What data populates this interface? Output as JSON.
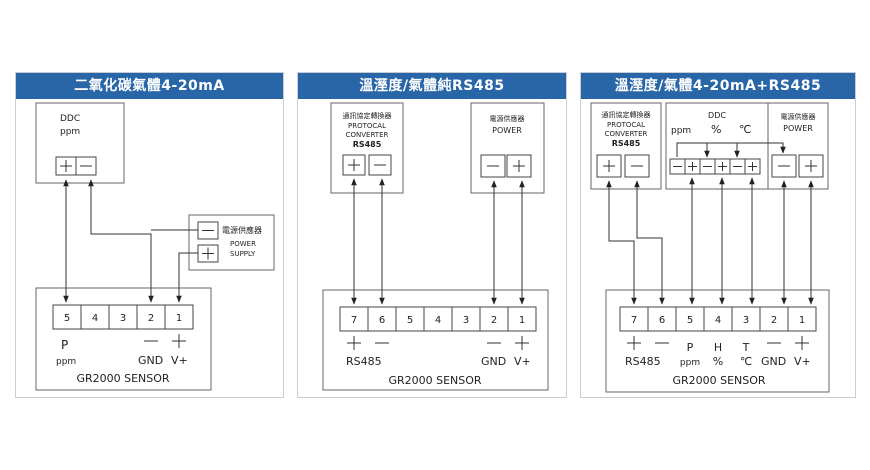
{
  "panels": [
    {
      "title": "二氧化碳氣體4-20mA",
      "ddc": {
        "title": "DDC",
        "unit": "ppm"
      },
      "power_supply": {
        "label_zh": "電源供應器",
        "label_en_1": "POWER",
        "label_en_2": "SUPPLY"
      },
      "sensor": {
        "terminals": [
          "5",
          "4",
          "3",
          "2",
          "1"
        ],
        "name": "GR2000  SENSOR",
        "label_p": "P",
        "label_ppm": "ppm",
        "label_gnd": "GND",
        "label_vplus": "V+"
      }
    },
    {
      "title": "溫溼度/氣體純RS485",
      "converter": {
        "label_zh": "通訊協定轉換器",
        "label_en_1": "PROTOCAL",
        "label_en_2": "CONVERTER",
        "label_en_3": "RS485"
      },
      "power": {
        "label_zh": "電源供應器",
        "label_en": "POWER"
      },
      "sensor": {
        "terminals": [
          "7",
          "6",
          "5",
          "4",
          "3",
          "2",
          "1"
        ],
        "name": "GR2000  SENSOR",
        "label_rs485": "RS485",
        "label_gnd": "GND",
        "label_vplus": "V+"
      }
    },
    {
      "title": "溫溼度/氣體4-20mA+RS485",
      "converter": {
        "label_zh": "通訊協定轉換器",
        "label_en_1": "PROTOCAL",
        "label_en_2": "CONVERTER",
        "label_en_3": "RS485"
      },
      "ddc": {
        "title": "DDC",
        "unit_ppm": "ppm",
        "unit_pct": "%",
        "unit_c": "℃"
      },
      "power": {
        "label_zh": "電源供應器",
        "label_en": "POWER"
      },
      "sensor": {
        "terminals": [
          "7",
          "6",
          "5",
          "4",
          "3",
          "2",
          "1"
        ],
        "name": "GR2000  SENSOR",
        "label_rs485": "RS485",
        "label_p": "P",
        "label_ppm": "ppm",
        "label_h": "H",
        "label_pct": "%",
        "label_t": "T",
        "label_c": "℃",
        "label_gnd": "GND",
        "label_vplus": "V+"
      }
    }
  ]
}
